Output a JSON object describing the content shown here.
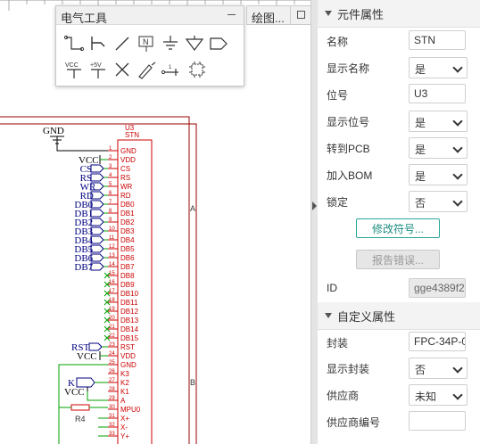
{
  "canvas": {
    "frame_zones": [
      "A",
      "B"
    ],
    "gnd_label": "GND",
    "component": {
      "ref": "U3",
      "name": "STN",
      "pins": [
        {
          "num": "1",
          "name": "GND"
        },
        {
          "num": "2",
          "name": "VDD"
        },
        {
          "num": "3",
          "name": "CS"
        },
        {
          "num": "4",
          "name": "RS"
        },
        {
          "num": "5",
          "name": "WR"
        },
        {
          "num": "6",
          "name": "RD"
        },
        {
          "num": "7",
          "name": "DB0"
        },
        {
          "num": "8",
          "name": "DB1"
        },
        {
          "num": "9",
          "name": "DB2"
        },
        {
          "num": "10",
          "name": "DB3"
        },
        {
          "num": "11",
          "name": "DB4"
        },
        {
          "num": "12",
          "name": "DB5"
        },
        {
          "num": "13",
          "name": "DB6"
        },
        {
          "num": "14",
          "name": "DB7"
        },
        {
          "num": "15",
          "name": "DB8"
        },
        {
          "num": "16",
          "name": "DB9"
        },
        {
          "num": "17",
          "name": "DB10"
        },
        {
          "num": "18",
          "name": "DB11"
        },
        {
          "num": "19",
          "name": "DB12"
        },
        {
          "num": "20",
          "name": "DB13"
        },
        {
          "num": "21",
          "name": "DB14"
        },
        {
          "num": "22",
          "name": "DB15"
        },
        {
          "num": "23",
          "name": "RST"
        },
        {
          "num": "24",
          "name": "VDD"
        },
        {
          "num": "25",
          "name": "GND"
        },
        {
          "num": "26",
          "name": "K3"
        },
        {
          "num": "27",
          "name": "K2"
        },
        {
          "num": "28",
          "name": "K1"
        },
        {
          "num": "29",
          "name": "A"
        },
        {
          "num": "30",
          "name": "MPU0"
        },
        {
          "num": "31",
          "name": "X+"
        },
        {
          "num": "32",
          "name": "X-"
        },
        {
          "num": "33",
          "name": "Y+"
        }
      ]
    },
    "net_labels": [
      {
        "pin": 1,
        "text": "VCC"
      },
      {
        "pin": 2,
        "text": "CS"
      },
      {
        "pin": 3,
        "text": "RS"
      },
      {
        "pin": 4,
        "text": "WR"
      },
      {
        "pin": 5,
        "text": "RD"
      },
      {
        "pin": 6,
        "text": "DB0"
      },
      {
        "pin": 7,
        "text": "DB1"
      },
      {
        "pin": 8,
        "text": "DB2"
      },
      {
        "pin": 9,
        "text": "DB3"
      },
      {
        "pin": 10,
        "text": "DB4"
      },
      {
        "pin": 11,
        "text": "DB5"
      },
      {
        "pin": 12,
        "text": "DB6"
      },
      {
        "pin": 13,
        "text": "DB7"
      }
    ],
    "lower_labels": {
      "rst": "RST",
      "vcc1": "VCC",
      "k": "K",
      "vcc2": "VCC",
      "r4": "R4"
    }
  },
  "tool_window": {
    "title": "电气工具",
    "tools": [
      "wire-tool-icon",
      "bus-tool-icon",
      "bus-entry-tool-icon",
      "net-label-tool-icon",
      "gnd-tool-icon",
      "net-flag-tool-icon",
      "net-port-tool-icon",
      "vcc-tool-icon",
      "plus5v-tool-icon",
      "no-connect-tool-icon",
      "probe-tool-icon",
      "pin-tool-icon",
      "component-tool-icon"
    ],
    "vcc_text": "VCC",
    "plus5v_text": "+5V",
    "netlabel_text": "N"
  },
  "draw_window": {
    "title": "绘图..."
  },
  "properties": {
    "section_title": "元件属性",
    "name_label": "名称",
    "name_value": "STN",
    "show_name_label": "显示名称",
    "show_name_value": "是",
    "ref_label": "位号",
    "ref_value": "U3",
    "show_ref_label": "显示位号",
    "show_ref_value": "是",
    "to_pcb_label": "转到PCB",
    "to_pcb_value": "是",
    "add_bom_label": "加入BOM",
    "add_bom_value": "是",
    "lock_label": "锁定",
    "lock_value": "否",
    "modify_symbol_button": "修改符号...",
    "report_error_button": "报告错误...",
    "id_label": "ID",
    "id_value": "gge4389f2"
  },
  "custom": {
    "section_title": "自定义属性",
    "package_label": "封装",
    "package_value": "FPC-34P-0",
    "show_package_label": "显示封装",
    "show_package_value": "否",
    "supplier_label": "供应商",
    "supplier_value": "未知",
    "supplier_no_label": "供应商编号",
    "supplier_no_value": ""
  },
  "colors": {
    "wire": "#00a000",
    "component": "#cc0000",
    "label": "#000080",
    "frame": "#990000"
  }
}
